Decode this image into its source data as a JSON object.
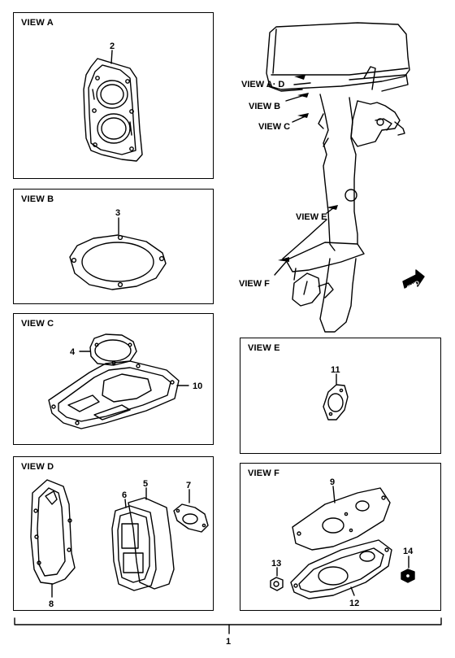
{
  "views": {
    "a": {
      "title": "VIEW A"
    },
    "b": {
      "title": "VIEW B"
    },
    "c": {
      "title": "VIEW C"
    },
    "d": {
      "title": "VIEW D"
    },
    "e": {
      "title": "VIEW E"
    },
    "f": {
      "title": "VIEW F"
    }
  },
  "engine_callouts": {
    "ad": "VIEW A· D",
    "b": "VIEW B",
    "c": "VIEW C",
    "e": "VIEW E",
    "f": "VIEW F",
    "fwd": "FWD"
  },
  "parts": {
    "p1": "1",
    "p2": "2",
    "p3": "3",
    "p4": "4",
    "p5": "5",
    "p6": "6",
    "p7": "7",
    "p8": "8",
    "p9": "9",
    "p10": "10",
    "p11": "11",
    "p12": "12",
    "p13": "13",
    "p14": "14"
  }
}
